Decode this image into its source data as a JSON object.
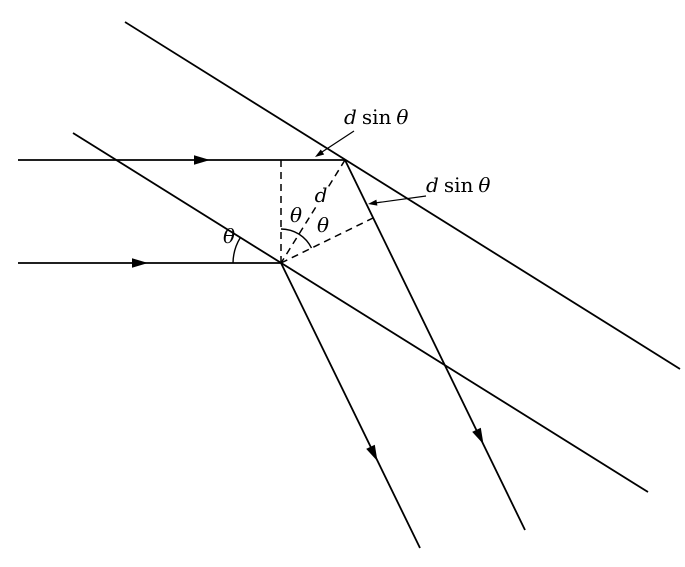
{
  "diagram": {
    "ink": "#000000",
    "background": "#ffffff"
  },
  "labels": {
    "upper_path_difference": {
      "d": "d",
      "sin": "sin",
      "theta": "θ"
    },
    "right_path_difference": {
      "d": "d",
      "sin": "sin",
      "theta": "θ"
    },
    "plane_spacing": "d",
    "incidence_angle": "θ",
    "angle_at_foot_left": "θ",
    "angle_at_foot_right": "θ"
  }
}
